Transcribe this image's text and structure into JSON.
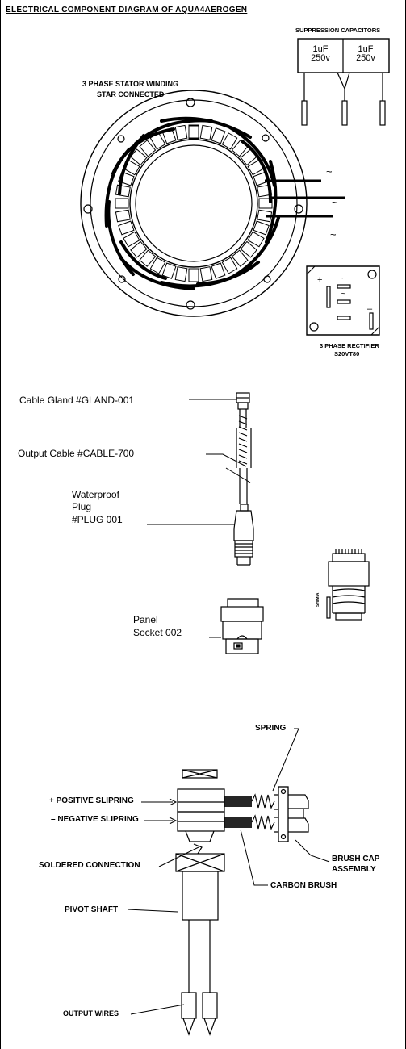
{
  "title": "ELECTRICAL COMPONENT DIAGRAM OF AQUA4AEROGEN",
  "capacitors": {
    "heading": "SUPPRESSION CAPACITORS",
    "left": {
      "value": "1uF",
      "voltage": "250v"
    },
    "right": {
      "value": "1uF",
      "voltage": "250v"
    }
  },
  "stator": {
    "line1": "3 PHASE STATOR WINDING",
    "line2": "STAR CONNECTED",
    "ac_symbol": "~"
  },
  "rectifier": {
    "line1": "3 PHASE RECTIFIER",
    "line2": "S20VT80",
    "plus": "+",
    "minus": "–",
    "ac_symbol": "~"
  },
  "plug_assembly": {
    "cable_gland": "Cable Gland #GLAND-001",
    "output_cable": "Output Cable #CABLE-700",
    "plug_line1": "Waterproof",
    "plug_line2": "Plug",
    "plug_line3": "#PLUG 001",
    "socket_line1": "Panel",
    "socket_line2": "Socket 002",
    "side_note": "SHIM A"
  },
  "slipring": {
    "spring": "SPRING",
    "positive": "+ POSITIVE SLIPRING",
    "negative": "– NEGATIVE SLIPRING",
    "soldered": "SOLDERED CONNECTION",
    "carbon_brush": "CARBON BRUSH",
    "brush_cap_1": "BRUSH CAP",
    "brush_cap_2": "ASSEMBLY",
    "pivot_shaft": "PIVOT SHAFT",
    "output_wires": "OUTPUT WIRES"
  }
}
